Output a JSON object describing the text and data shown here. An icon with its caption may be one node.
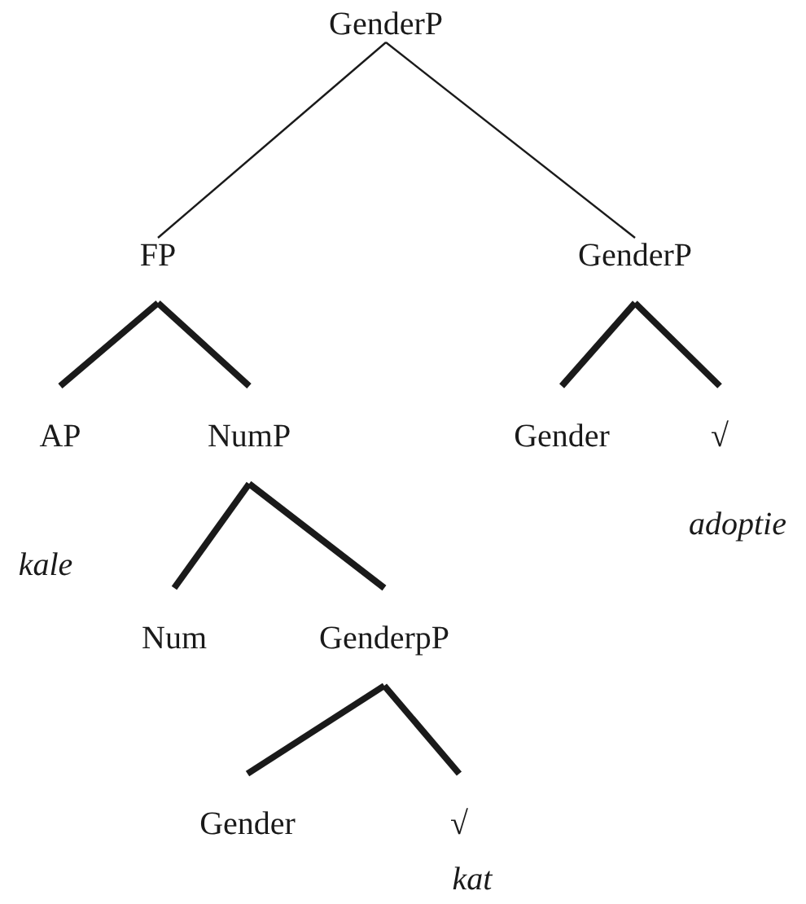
{
  "diagram": {
    "nodes": [
      {
        "text": [
          "GenderP"
        ]
      },
      {
        "text": [
          "FP"
        ]
      },
      {
        "text": [
          "GenderP"
        ]
      },
      {
        "text": [
          "AP"
        ],
        "beside": [
          "kale"
        ]
      },
      {
        "text": [
          "NumP"
        ]
      },
      {
        "text": [
          "Gender"
        ]
      },
      {
        "text": [
          "√"
        ],
        "beside": [
          "adoptie"
        ]
      },
      {
        "text": [
          "Num"
        ]
      },
      {
        "text": [
          "GenderpP"
        ]
      },
      {
        "text": [
          "Gender"
        ]
      },
      {
        "text": [
          "√"
        ],
        "beside": [
          "kat"
        ]
      }
    ],
    "edges": [
      {
        "from": 0,
        "to": 1,
        "arrow": "none"
      },
      {
        "from": 0,
        "to": 2,
        "arrow": "none"
      },
      {
        "from": 1,
        "to": 3,
        "arrow": "none"
      },
      {
        "from": 1,
        "to": 4,
        "arrow": "none"
      },
      {
        "from": 2,
        "to": 5,
        "arrow": "none"
      },
      {
        "from": 2,
        "to": 6,
        "arrow": "none"
      },
      {
        "from": 4,
        "to": 7,
        "arrow": "none"
      },
      {
        "from": 4,
        "to": 8,
        "arrow": "none"
      },
      {
        "from": 8,
        "to": 9,
        "arrow": "none"
      },
      {
        "from": 8,
        "to": 10,
        "arrow": "none"
      }
    ]
  }
}
